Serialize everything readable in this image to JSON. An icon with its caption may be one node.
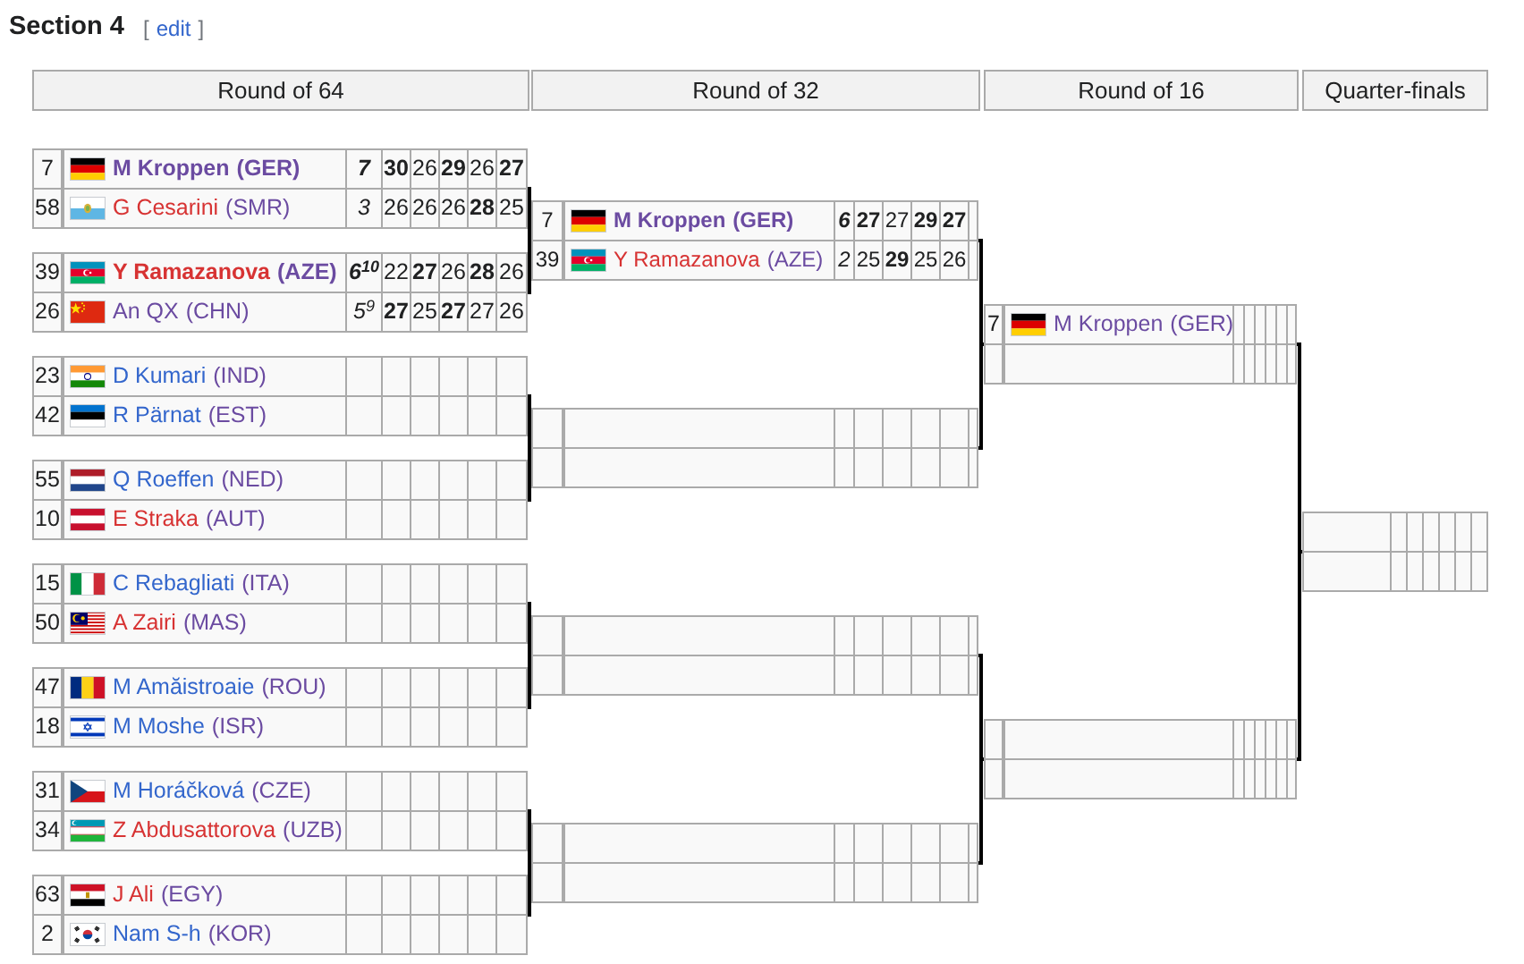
{
  "diagram": {
    "title": "Section 4",
    "labels": [
      "[",
      "edit",
      "]"
    ],
    "nodes": [
      {
        "text": [
          "Round of 64"
        ]
      },
      {
        "text": [
          "Round of 32"
        ]
      },
      {
        "text": [
          "Round of 16"
        ]
      },
      {
        "text": [
          "Quarter-finals"
        ]
      },
      {
        "text": [
          "7",
          "M Kroppen",
          "(GER)",
          "7",
          "30",
          "26",
          "29",
          "26",
          "27",
          "58",
          "G Cesarini",
          "(SMR)",
          "3",
          "26",
          "26",
          "26",
          "28",
          "25"
        ]
      },
      {
        "text": [
          "39",
          "Y Ramazanova",
          "(AZE)",
          "6$^{10}$",
          "22",
          "27",
          "26",
          "28",
          "26",
          "26",
          "An QX",
          "(CHN)",
          "5$^{9}$",
          "27",
          "25",
          "27",
          "27",
          "26"
        ]
      },
      {
        "text": [
          "23",
          "D Kumari",
          "(IND)",
          "42",
          "R Pärnat",
          "(EST)"
        ]
      },
      {
        "text": [
          "55",
          "Q Roeffen",
          "(NED)",
          "10",
          "E Straka",
          "(AUT)"
        ]
      },
      {
        "text": [
          "15",
          "C Rebagliati",
          "(ITA)",
          "50",
          "A Zairi",
          "(MAS)"
        ]
      },
      {
        "text": [
          "47",
          "M Amăistroaie",
          "(ROU)",
          "18",
          "M Moshe",
          "(ISR)"
        ]
      },
      {
        "text": [
          "31",
          "M Horáčková",
          "(CZE)",
          "34",
          "Z Abdusattorova",
          "(UZB)"
        ]
      },
      {
        "text": [
          "63",
          "J Ali",
          "(EGY)",
          "2",
          "Nam S-h",
          "(KOR)"
        ]
      },
      {
        "text": [
          "7",
          "M Kroppen",
          "(GER)",
          "6",
          "27",
          "27",
          "29",
          "27",
          "39",
          "Y Ramazanova",
          "(AZE)",
          "2",
          "25",
          "29",
          "25",
          "26"
        ]
      },
      {
        "text": [],
        "shape": "box"
      },
      {
        "text": [],
        "shape": "box"
      },
      {
        "text": [],
        "shape": "box"
      },
      {
        "text": [
          "7",
          "M Kroppen",
          "(GER)"
        ]
      },
      {
        "text": [],
        "shape": "box"
      },
      {
        "text": [],
        "shape": "box"
      }
    ],
    "edges": [
      {
        "from": 4,
        "to": 12,
        "arrow": "none"
      },
      {
        "from": 5,
        "to": 12,
        "arrow": "none"
      },
      {
        "from": 6,
        "to": 13,
        "arrow": "none"
      },
      {
        "from": 7,
        "to": 13,
        "arrow": "none"
      },
      {
        "from": 8,
        "to": 14,
        "arrow": "none"
      },
      {
        "from": 9,
        "to": 14,
        "arrow": "none"
      },
      {
        "from": 10,
        "to": 15,
        "arrow": "none"
      },
      {
        "from": 11,
        "to": 15,
        "arrow": "none"
      },
      {
        "from": 12,
        "to": 16,
        "arrow": "none"
      },
      {
        "from": 13,
        "to": 16,
        "arrow": "none"
      },
      {
        "from": 14,
        "to": 17,
        "arrow": "none"
      },
      {
        "from": 15,
        "to": 17,
        "arrow": "none"
      },
      {
        "from": 16,
        "to": 18,
        "arrow": "none"
      },
      {
        "from": 17,
        "to": 18,
        "arrow": "none"
      }
    ]
  }
}
